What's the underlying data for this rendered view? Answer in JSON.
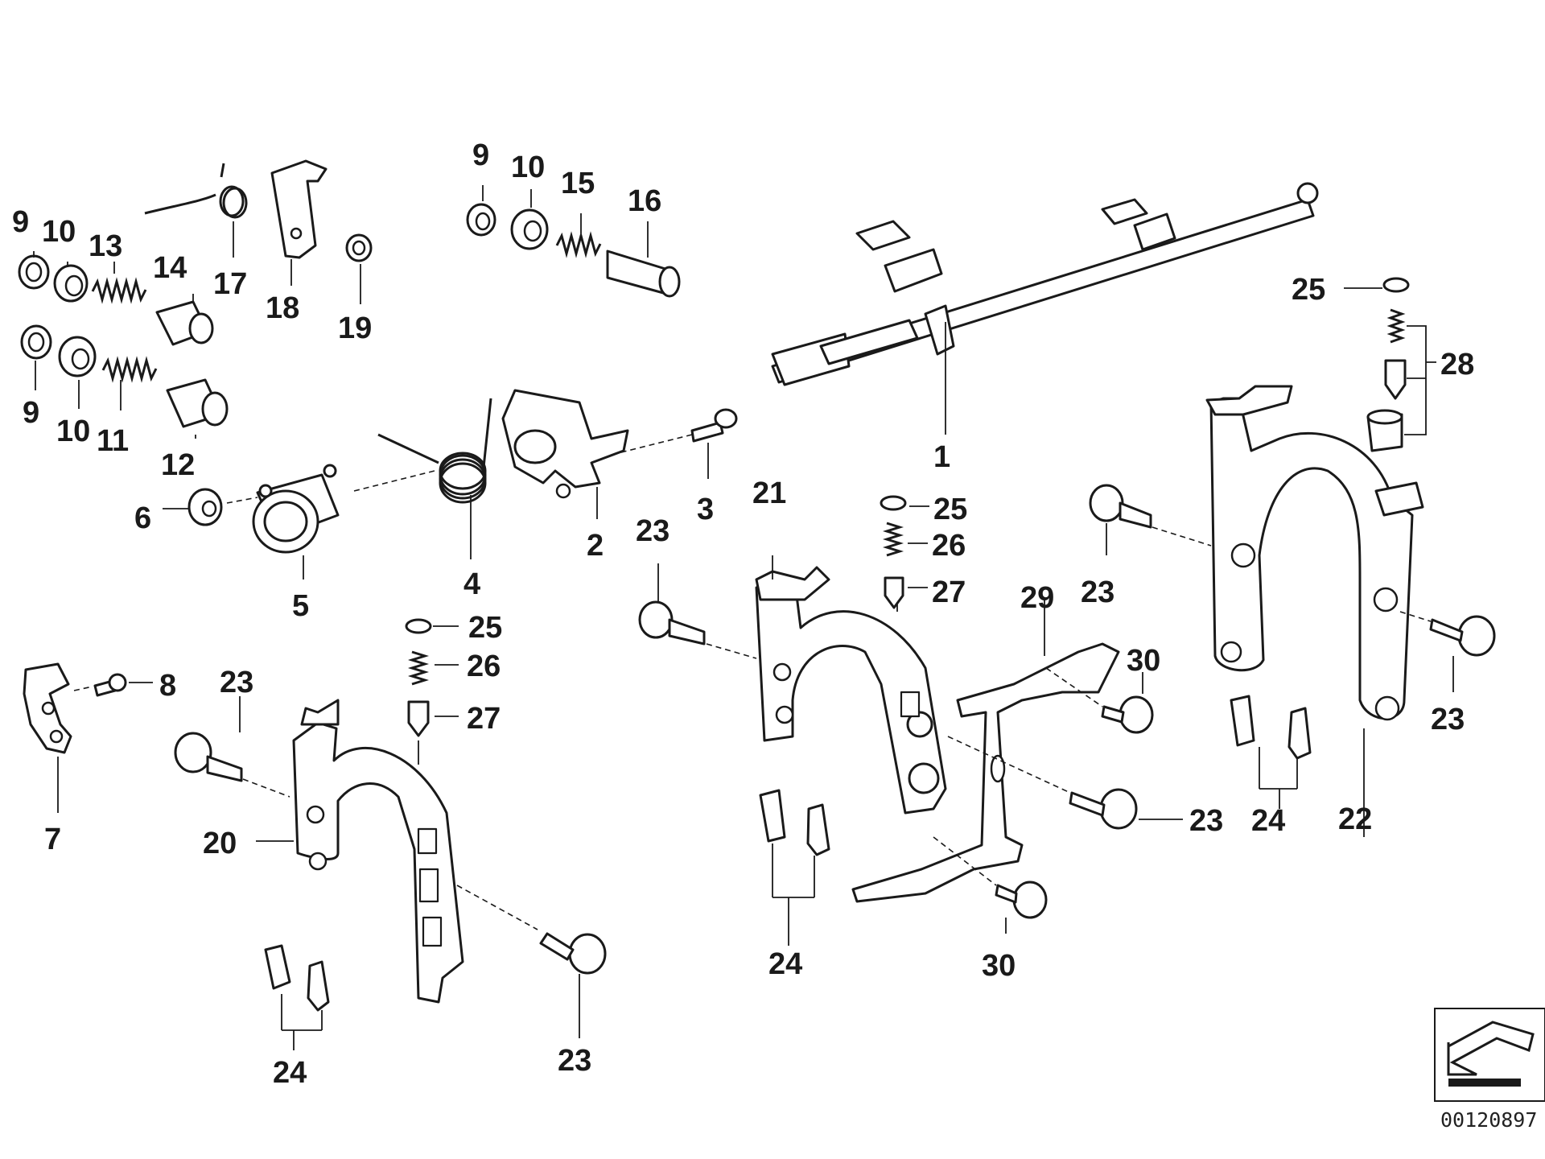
{
  "diagram": {
    "callouts": {
      "c1": "1",
      "c2": "2",
      "c3": "3",
      "c4": "4",
      "c5": "5",
      "c6": "6",
      "c7": "7",
      "c8": "8",
      "c9a": "9",
      "c9b": "9",
      "c9c": "9",
      "c10a": "10",
      "c10b": "10",
      "c10c": "10",
      "c11": "11",
      "c12": "12",
      "c13": "13",
      "c14": "14",
      "c15": "15",
      "c16": "16",
      "c17": "17",
      "c18": "18",
      "c19": "19",
      "c20": "20",
      "c21": "21",
      "c22": "22",
      "c23a": "23",
      "c23b": "23",
      "c23c": "23",
      "c23d": "23",
      "c23e": "23",
      "c23f": "23",
      "c24a": "24",
      "c24b": "24",
      "c24c": "24",
      "c25a": "25",
      "c25b": "25",
      "c25c": "25",
      "c26a": "26",
      "c26b": "26",
      "c27a": "27",
      "c27b": "27",
      "c28": "28",
      "c29": "29",
      "c30a": "30",
      "c30b": "30"
    },
    "image_reference": "00120897"
  }
}
